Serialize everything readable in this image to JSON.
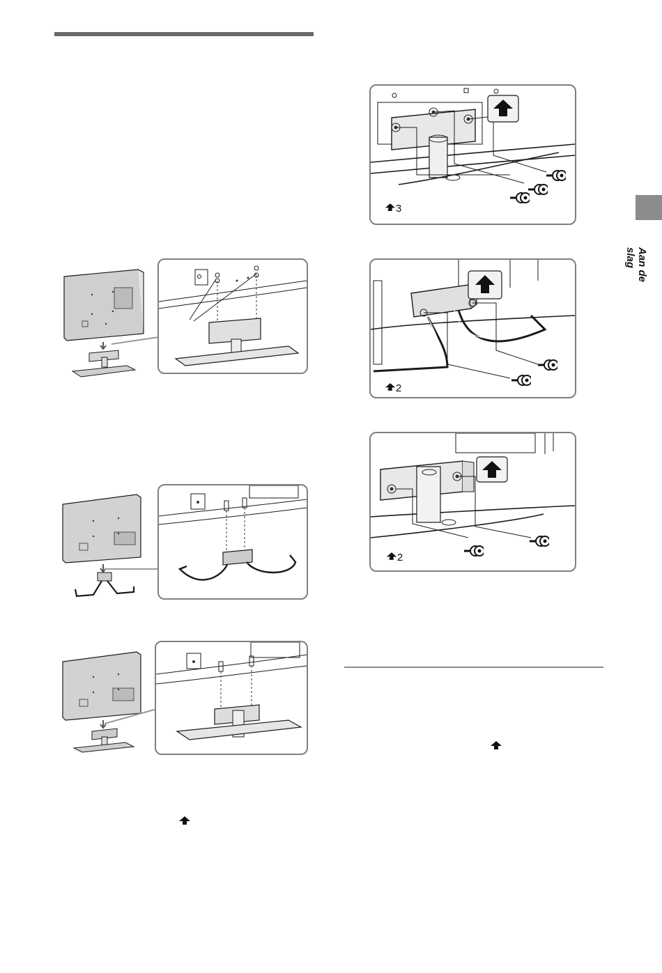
{
  "side_tab": {
    "label": "Aan de slag"
  },
  "right_column": {
    "panel_1": {
      "quantity_label": "× 3"
    },
    "panel_2": {
      "quantity_label": "× 2"
    },
    "panel_3": {
      "quantity_label": "× 2"
    }
  },
  "icons": {
    "screw": "screw-arrow-icon"
  },
  "colors": {
    "rule": "#6a6a6a",
    "tab": "#8c8c8c",
    "frame": "#7f7f7f"
  }
}
